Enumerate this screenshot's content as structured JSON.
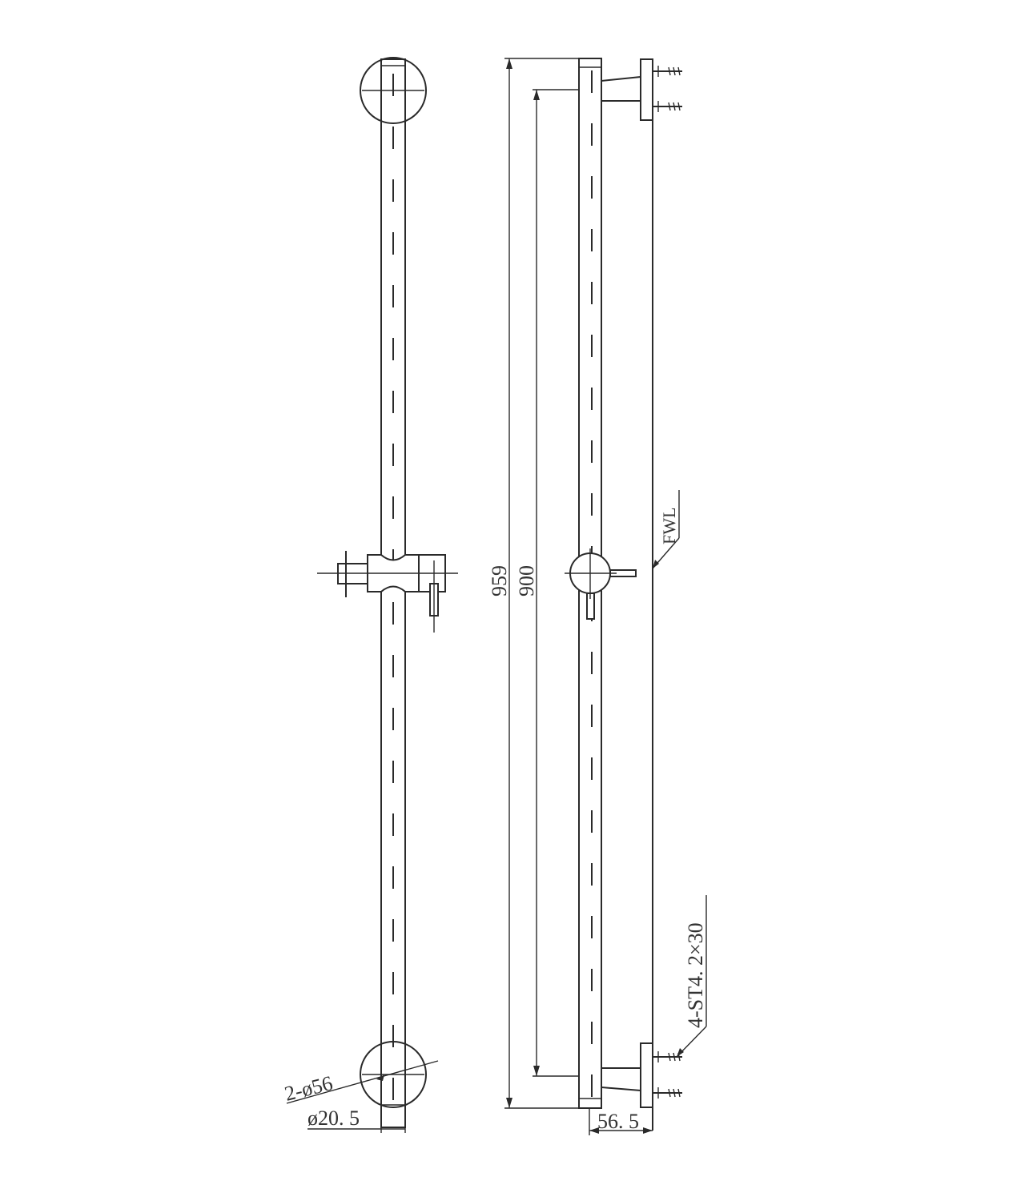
{
  "front_view": {
    "label_flange": "2-ø56",
    "label_tube": "ø20. 5"
  },
  "side_view": {
    "dim_overall": "959",
    "dim_center": "900",
    "dim_depth": "56. 5",
    "label_fwl": "FWL",
    "label_screw": "4-ST4. 2×30"
  }
}
